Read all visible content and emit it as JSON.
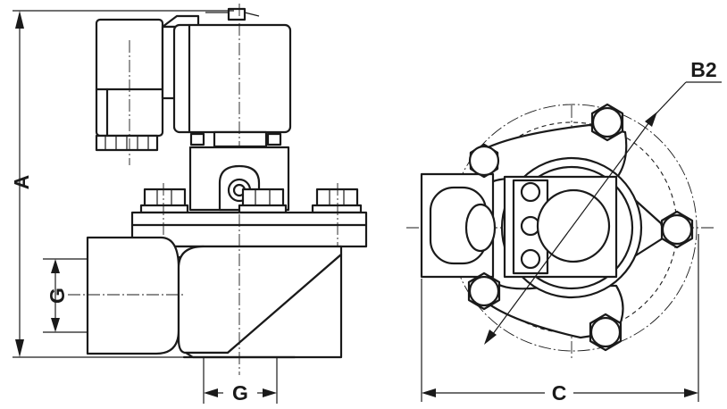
{
  "labels": {
    "height": "A",
    "side_port": "G",
    "bottom_port": "G",
    "bolt_circle": "B2",
    "outer_diameter": "C"
  }
}
